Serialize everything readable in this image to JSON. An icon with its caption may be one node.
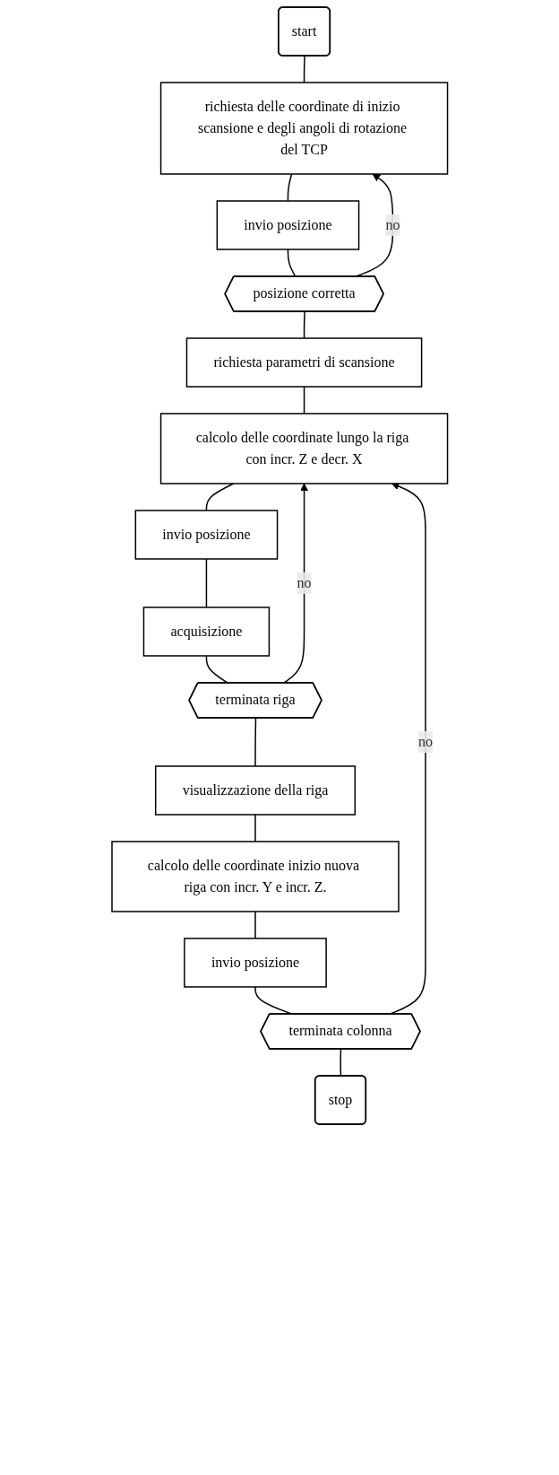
{
  "diagram": {
    "nodes": [
      {
        "text": [
          "start"
        ]
      },
      {
        "text": [
          "richiesta delle coordinate di inizio scansione e degli angoli di rotazione del TCP"
        ]
      },
      {
        "text": [
          "invio posizione"
        ]
      },
      {
        "text": [
          "posizione corretta"
        ]
      },
      {
        "text": [
          "richiesta parametri di scansione"
        ]
      },
      {
        "text": [
          "calcolo delle coordinate lungo la riga con incr. Z e decr. X"
        ]
      },
      {
        "text": [
          "invio posizione"
        ]
      },
      {
        "text": [
          "acquisizione"
        ]
      },
      {
        "text": [
          "terminata riga"
        ]
      },
      {
        "text": [
          "visualizzazione della riga"
        ]
      },
      {
        "text": [
          "calcolo delle coordinate inizio nuova riga con incr. Y e incr. Z."
        ]
      },
      {
        "text": [
          "invio posizione"
        ]
      },
      {
        "text": [
          "terminata colonna"
        ]
      },
      {
        "text": [
          "stop"
        ]
      }
    ],
    "edges": [
      {
        "from": 0,
        "to": 1,
        "arrow": "none"
      },
      {
        "from": 1,
        "to": 2,
        "arrow": "none"
      },
      {
        "from": 2,
        "to": 3,
        "arrow": "none"
      },
      {
        "from": 3,
        "to": 1,
        "arrow": "to",
        "label": "no"
      },
      {
        "from": 3,
        "to": 4,
        "arrow": "none"
      },
      {
        "from": 4,
        "to": 5,
        "arrow": "none"
      },
      {
        "from": 5,
        "to": 6,
        "arrow": "none"
      },
      {
        "from": 6,
        "to": 7,
        "arrow": "none"
      },
      {
        "from": 7,
        "to": 8,
        "arrow": "none"
      },
      {
        "from": 8,
        "to": 5,
        "arrow": "to",
        "label": "no"
      },
      {
        "from": 8,
        "to": 9,
        "arrow": "none"
      },
      {
        "from": 9,
        "to": 10,
        "arrow": "none"
      },
      {
        "from": 10,
        "to": 11,
        "arrow": "none"
      },
      {
        "from": 11,
        "to": 12,
        "arrow": "none"
      },
      {
        "from": 12,
        "to": 5,
        "arrow": "to",
        "label": "no"
      },
      {
        "from": 12,
        "to": 13,
        "arrow": "none"
      }
    ]
  }
}
